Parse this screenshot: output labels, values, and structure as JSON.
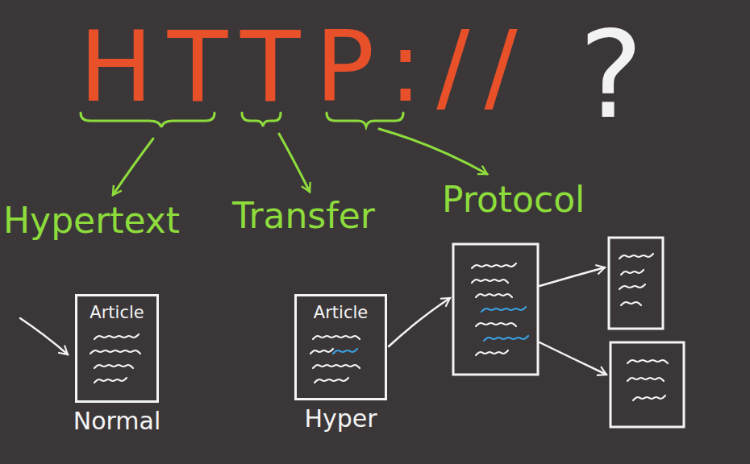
{
  "diagram": {
    "title": "HTTP://",
    "nodes": [
      {
        "text": [
          "Article",
          "Normal"
        ]
      },
      {
        "text": [
          "Article",
          "Hyper"
        ]
      }
    ],
    "labels": [
      "?",
      "Hypertext",
      "Transfer",
      "Protocol"
    ]
  }
}
